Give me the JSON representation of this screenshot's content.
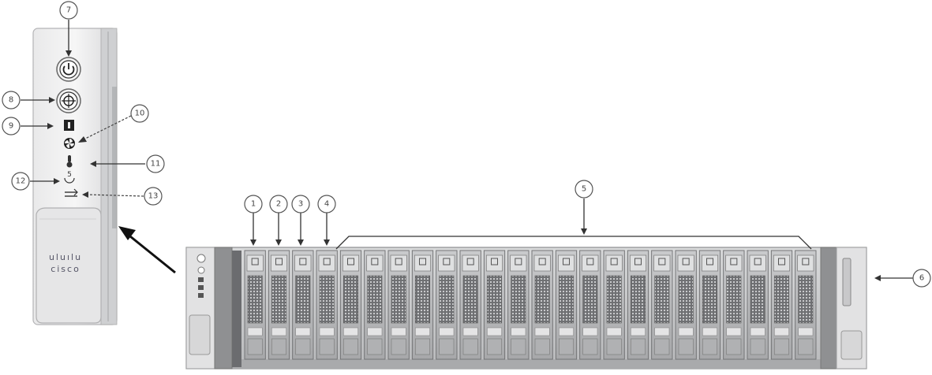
{
  "callouts": {
    "c1": "1",
    "c2": "2",
    "c3": "3",
    "c4": "4",
    "c5": "5",
    "c6": "6",
    "c7": "7",
    "c8": "8",
    "c9": "9",
    "c10": "10",
    "c11": "11",
    "c12": "12",
    "c13": "13"
  },
  "brand": {
    "line1": "uluılu",
    "line2": "cisco"
  },
  "server": {
    "drive_bays": 24
  },
  "icons": [
    "power-button-icon",
    "unit-id-button-icon",
    "system-status-led-icon",
    "fan-status-led-icon",
    "temperature-status-led-icon",
    "power-supply-status-led-icon",
    "network-link-led-icon"
  ]
}
